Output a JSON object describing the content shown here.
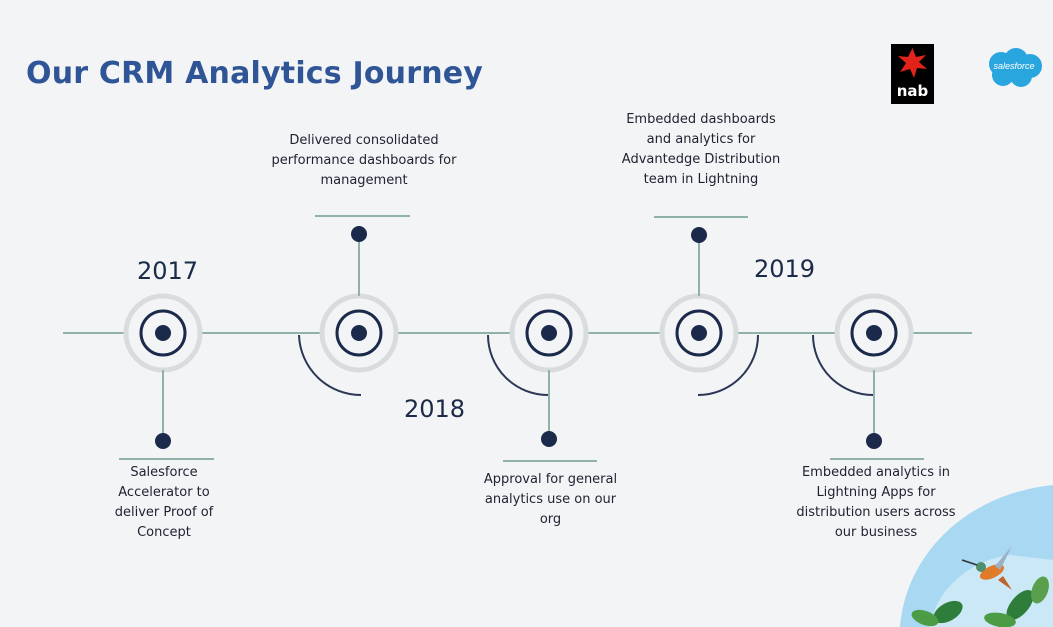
{
  "title": "Our CRM Analytics Journey",
  "logos": {
    "nab": "nab",
    "salesforce": "salesforce"
  },
  "years": [
    "2017",
    "2018",
    "2019"
  ],
  "milestones": [
    {
      "text": "Salesforce Accelerator to deliver Proof of Concept"
    },
    {
      "text": "Delivered consolidated performance dashboards for management"
    },
    {
      "text": "Approval for general analytics use on our org"
    },
    {
      "text": "Embedded dashboards and analytics for Advantedge Distribution team in Lightning"
    },
    {
      "text": "Embedded analytics in Lightning Apps for distribution users across our business"
    }
  ],
  "colors": {
    "title": "#2f5597",
    "node": "#1b2a4a",
    "line": "#8fb1aa",
    "nab_star": "#e2231a",
    "salesforce_cloud": "#2aa6df"
  }
}
